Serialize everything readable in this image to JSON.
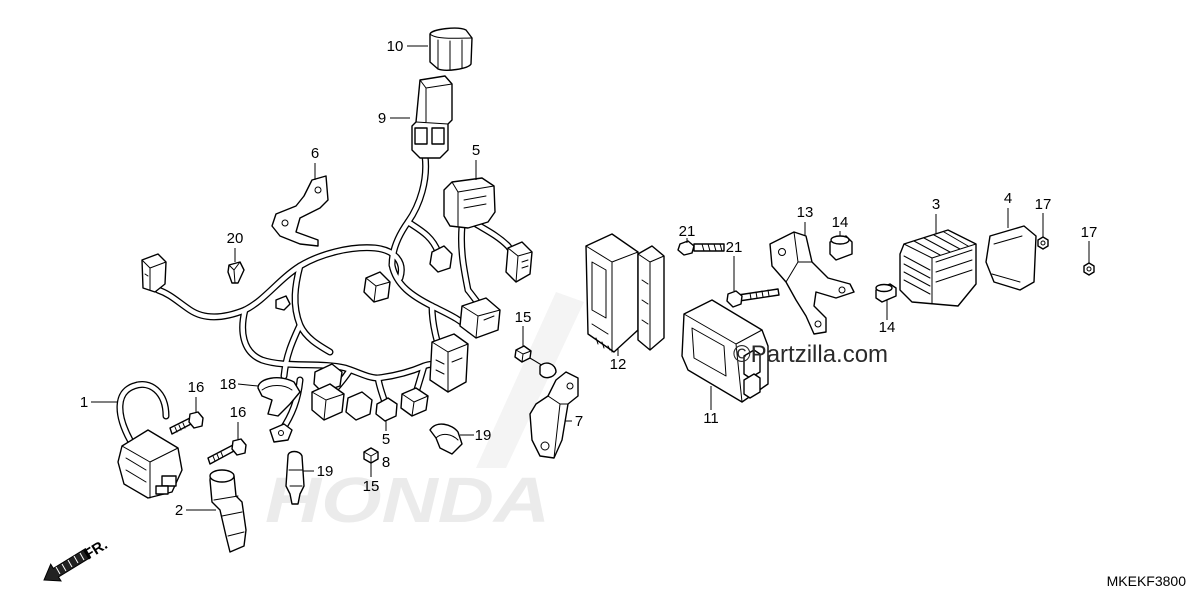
{
  "diagram": {
    "callouts": [
      "10",
      "9",
      "6",
      "5",
      "20",
      "1",
      "16",
      "16",
      "18",
      "2",
      "19",
      "19",
      "5",
      "8",
      "15",
      "15",
      "7",
      "12",
      "11",
      "21",
      "21",
      "13",
      "14",
      "14",
      "3",
      "4",
      "17",
      "17"
    ],
    "copyright_watermark": "©Partzilla.com",
    "diagram_code": "MKEKF3800",
    "direction_label": "FR.",
    "brand_watermark": "HONDA"
  },
  "colors": {
    "line": "#000000",
    "background": "#ffffff",
    "watermark": "#ebebeb"
  }
}
